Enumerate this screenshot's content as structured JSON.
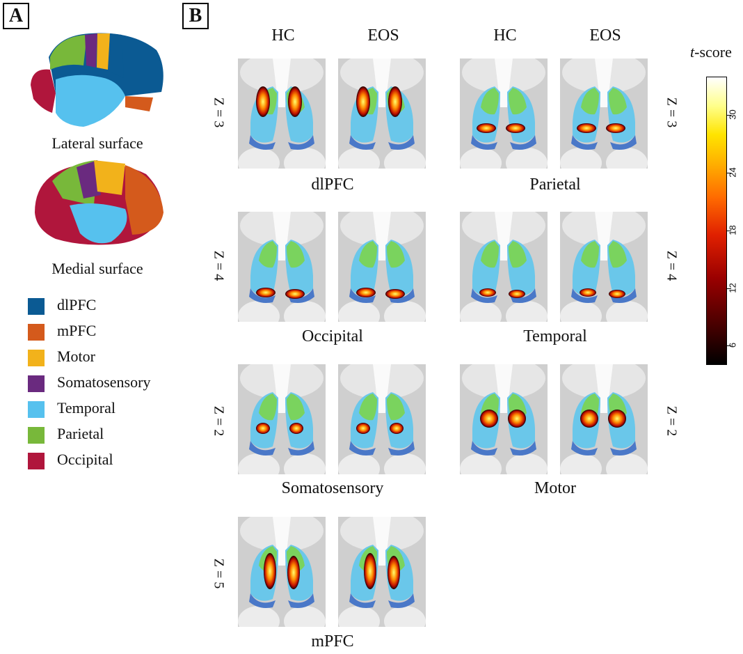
{
  "panels": {
    "a": "A",
    "b": "B"
  },
  "surfaces": {
    "lateral": "Lateral surface",
    "medial": "Medial surface"
  },
  "legend": [
    {
      "label": "dlPFC",
      "color": "#0b5a93"
    },
    {
      "label": "mPFC",
      "color": "#d45a1c"
    },
    {
      "label": "Motor",
      "color": "#f2b21b"
    },
    {
      "label": "Somatosensory",
      "color": "#6a2a7f"
    },
    {
      "label": "Temporal",
      "color": "#56c1ee"
    },
    {
      "label": "Parietal",
      "color": "#78b83a"
    },
    {
      "label": "Occipital",
      "color": "#b0163c"
    }
  ],
  "columns": [
    "HC",
    "EOS",
    "HC",
    "EOS"
  ],
  "regions": [
    {
      "title": "dlPFC",
      "z": "Z = 3"
    },
    {
      "title": "Parietal",
      "z": "Z = 3"
    },
    {
      "title": "Occipital",
      "z": "Z = 4"
    },
    {
      "title": "Temporal",
      "z": "Z = 4"
    },
    {
      "title": "Somatosensory",
      "z": "Z = 2"
    },
    {
      "title": "Motor",
      "z": "Z = 2"
    },
    {
      "title": "mPFC",
      "z": "Z = 5"
    }
  ],
  "colorbar": {
    "title_italic": "t",
    "title_rest": "-score",
    "ticks": [
      "6",
      "12",
      "18",
      "24",
      "30"
    ],
    "range": [
      4,
      34
    ]
  }
}
